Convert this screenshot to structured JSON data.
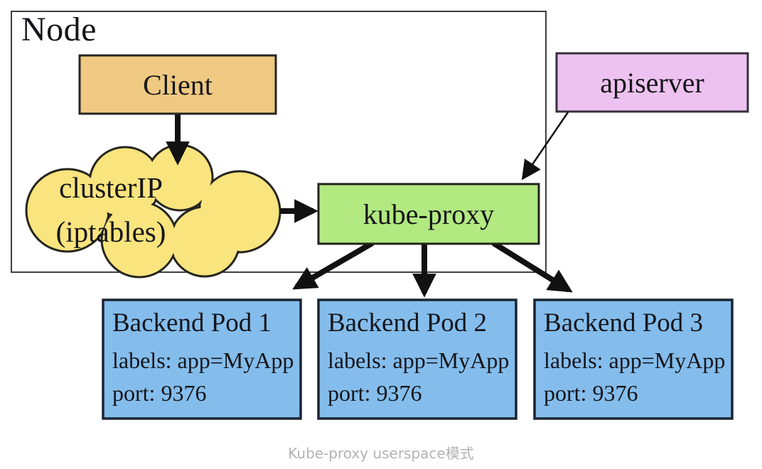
{
  "diagram": {
    "node": {
      "label": "Node"
    },
    "client": {
      "label": "Client"
    },
    "cluster_ip": {
      "line1": "clusterIP",
      "line2": "(iptables)"
    },
    "kube_proxy": {
      "label": "kube-proxy"
    },
    "apiserver": {
      "label": "apiserver"
    },
    "pods": [
      {
        "title": "Backend Pod 1",
        "labels_line": "labels: app=MyApp",
        "port_line": "port: 9376"
      },
      {
        "title": "Backend Pod 2",
        "labels_line": "labels: app=MyApp",
        "port_line": "port: 9376"
      },
      {
        "title": "Backend Pod 3",
        "labels_line": "labels: app=MyApp",
        "port_line": "port: 9376"
      }
    ],
    "caption": "Kube-proxy userspace模式",
    "colors": {
      "background": "#ffffff",
      "node_fill": "#ffffff",
      "node_stroke": "#3f3f3f",
      "client_fill": "#efc981",
      "cloud_fill": "#f9e47e",
      "kube_proxy_fill": "#b2e981",
      "apiserver_fill": "#eec2f0",
      "pod_fill": "#84bdec",
      "box_stroke": "#22221c",
      "pod_stroke": "#1b2531",
      "arrow_color": "#111111",
      "text_color": "#15151a",
      "caption_text": "#b3b3b3"
    }
  }
}
